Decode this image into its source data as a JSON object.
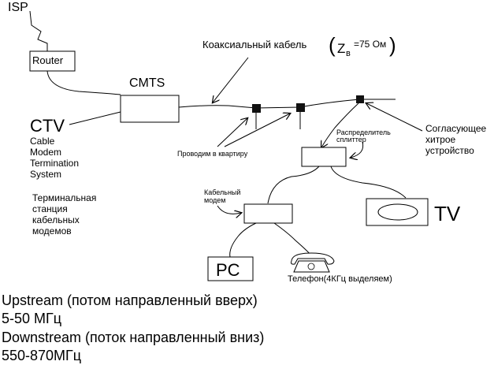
{
  "labels": {
    "isp": "ISP",
    "router": "Router",
    "cmts": "CMTS",
    "coax_cable": "Коаксиальный кабель",
    "impedance_z": "Z",
    "impedance_sub": "в",
    "impedance_value": "=75 Ом",
    "ctv": "CTV",
    "ctv_line1": "Cable",
    "ctv_line2": "Modem",
    "ctv_line3": "Termination",
    "ctv_line4": "System",
    "term_line1": "Терминальная",
    "term_line2": "станция",
    "term_line3": "кабельных",
    "term_line4": "модемов",
    "to_apartment": "Проводим в квартиру",
    "splitter_line1": "Распределитель",
    "splitter_line2": "сплиттер",
    "matching_line1": "Согласующее",
    "matching_line2": "хитрое",
    "matching_line3": "устройство",
    "modem_line1": "Кабельный",
    "modem_line2": "модем",
    "tv": "TV",
    "pc": "PC",
    "phone": "Телефон(4КГц выделяем)"
  },
  "notes": {
    "upstream": "Upstream (потом направленный вверх)",
    "upstream_range": "5-50 МГц",
    "downstream": "Downstream (поток направленный вниз)",
    "downstream_range": "550-870МГц"
  }
}
